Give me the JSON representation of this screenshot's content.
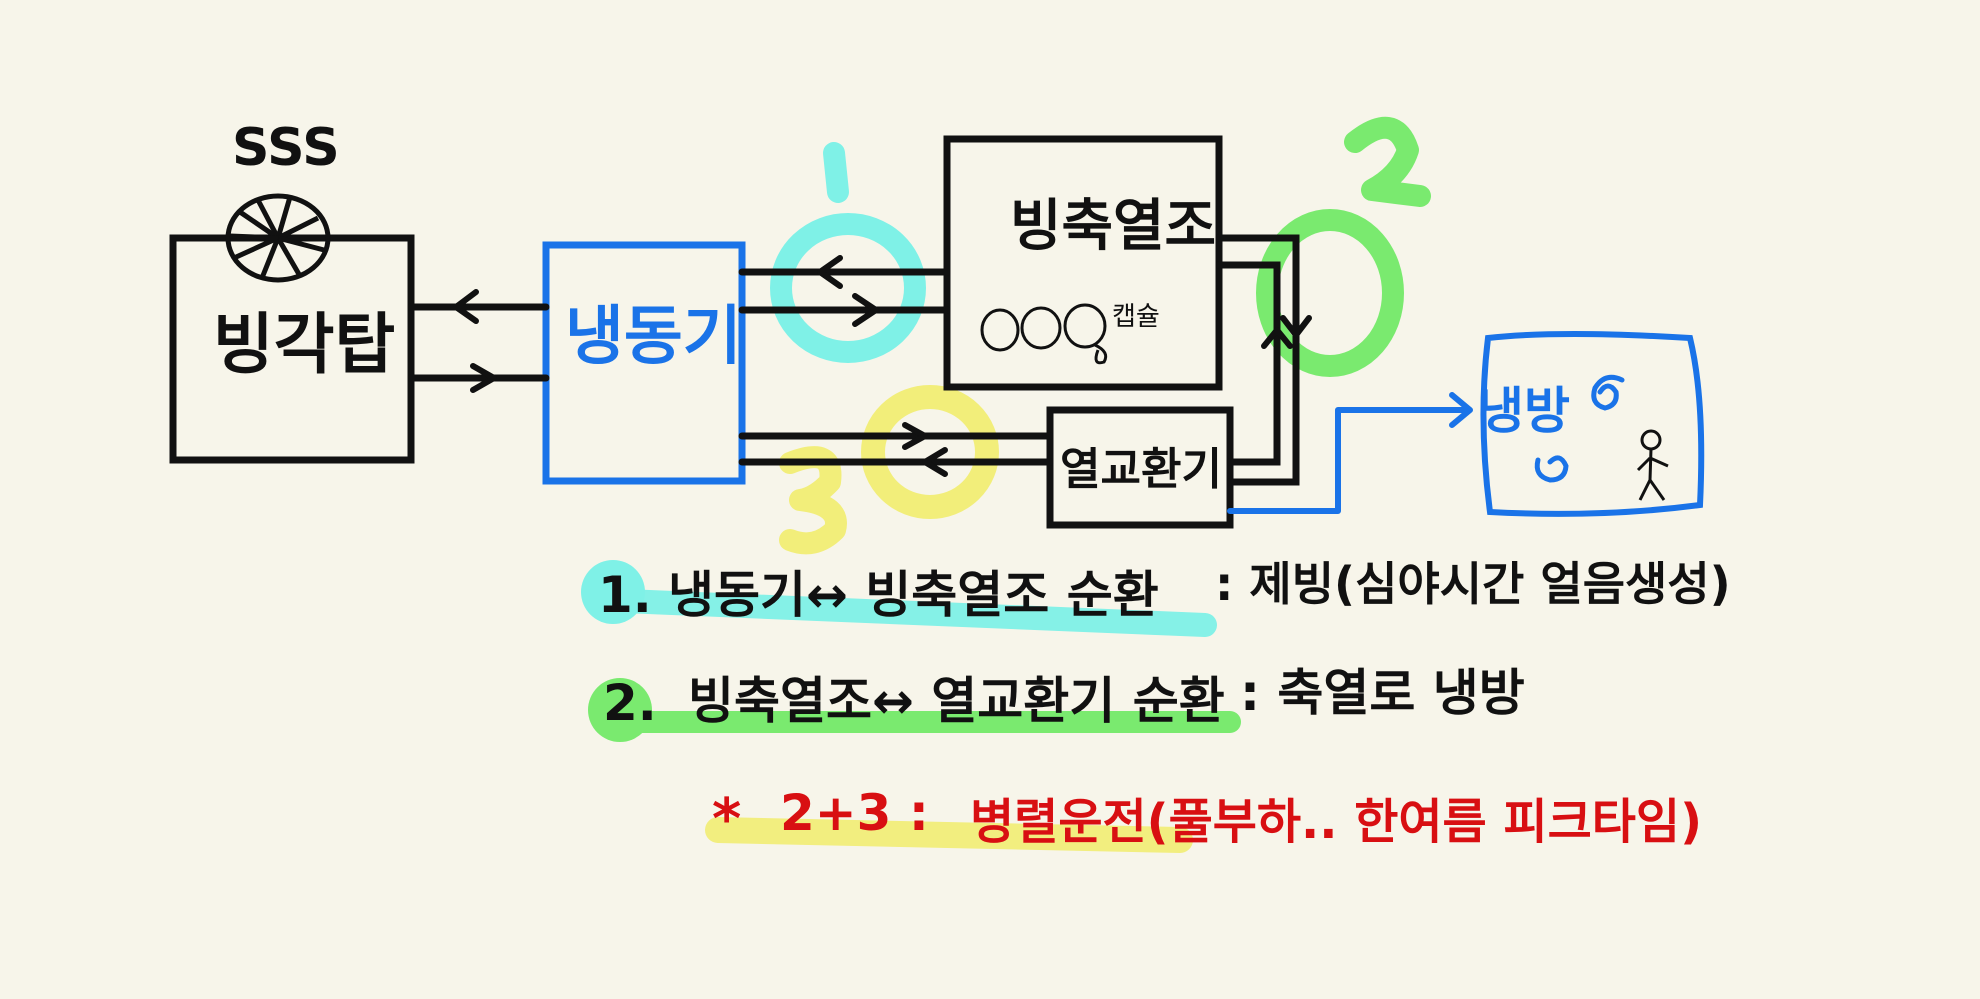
{
  "diagram": {
    "steam_text": "SSS",
    "cooling_tower": "빙각탑",
    "chiller": "냉동기",
    "ice_storage": "빙축열조",
    "capsule_note": "캡슐",
    "heat_exchanger": "열교환기",
    "cooling": "냉방",
    "loop_markers": [
      "1",
      "2",
      "3"
    ]
  },
  "notes": [
    {
      "num": "1.",
      "text": "냉동기↔ 빙축열조 순환",
      "desc": ": 제빙(심야시간 얼음생성)"
    },
    {
      "num": "2.",
      "text": "빙축열조↔ 열교환기 순환",
      "desc": ": 축열로 냉방"
    },
    {
      "num": "*",
      "text": "2+3 :",
      "desc": "병렬운전(풀부하.. 한여름 피크타임)"
    }
  ],
  "colors": {
    "ink": "#111111",
    "blue": "#1a73e8",
    "cyan": "#5fefe2",
    "green": "#6ee868",
    "yellow": "#f4ef6c",
    "red": "#d80f12"
  }
}
